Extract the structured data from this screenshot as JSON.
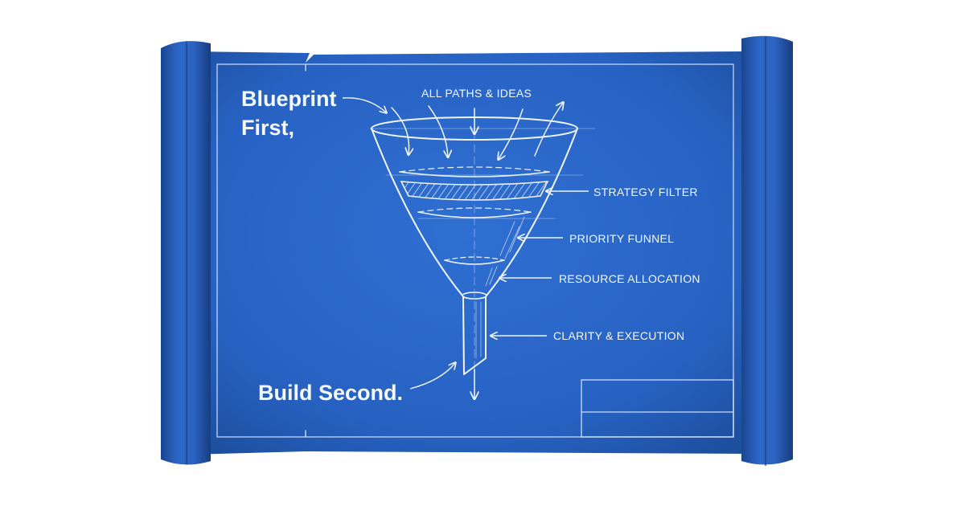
{
  "headline": {
    "line1": "Blueprint",
    "line2": "First,",
    "line3": "Build Second."
  },
  "funnel": {
    "top_label": "ALL PATHS & IDEAS",
    "stages": [
      {
        "label": "STRATEGY FILTER"
      },
      {
        "label": "PRIORITY FUNNEL"
      },
      {
        "label": "RESOURCE ALLOCATION"
      },
      {
        "label": "CLARITY & EXECUTION"
      }
    ]
  },
  "colors": {
    "paper": "#2a64c4",
    "paper_dark": "#1f4fa3",
    "roll": "#2459b6",
    "ink": "#f4f8ff"
  }
}
